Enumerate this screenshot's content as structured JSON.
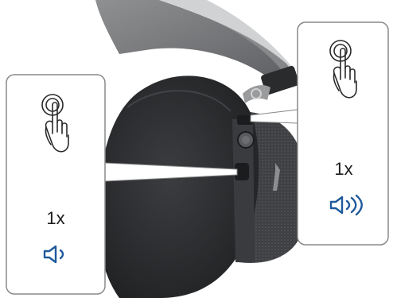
{
  "callouts": {
    "left": {
      "gesture": "single-tap",
      "count_label": "1x",
      "action_icon": "volume-down-icon"
    },
    "right": {
      "gesture": "single-tap",
      "count_label": "1x",
      "action_icon": "volume-up-icon"
    }
  },
  "colors": {
    "accent_icon": "#1f5a9c",
    "headphone_body": "#2e2f31",
    "headband": "#7d7e80",
    "mesh": "#4a4b4e",
    "callout_border": "#8a8a8a"
  }
}
